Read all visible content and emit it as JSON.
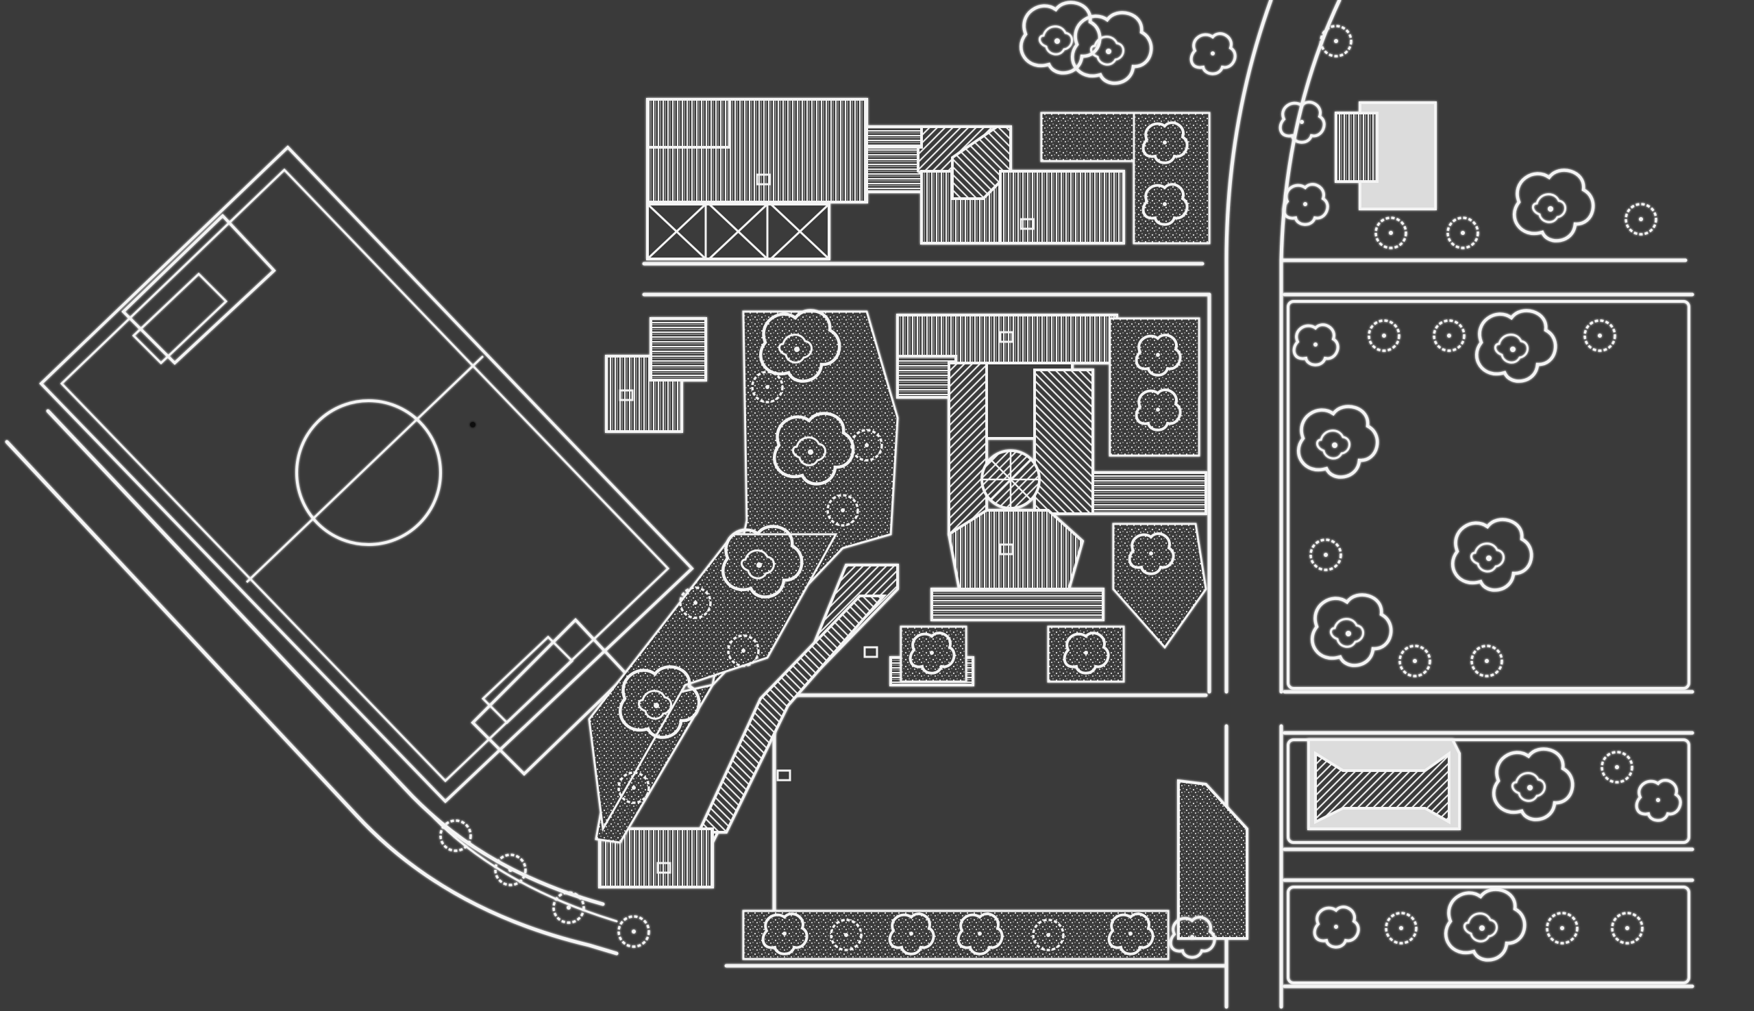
{
  "colors": {
    "background": "#3a3a3a",
    "line": "#f4f4f4",
    "texture": "#dcdcdc"
  },
  "layers": [
    {
      "name": "sports-field",
      "kind": "outline"
    },
    {
      "name": "roads",
      "kind": "outline"
    },
    {
      "name": "buildings",
      "kind": "hatched-roof"
    },
    {
      "name": "landscape",
      "kind": "trees-and-planting"
    }
  ]
}
